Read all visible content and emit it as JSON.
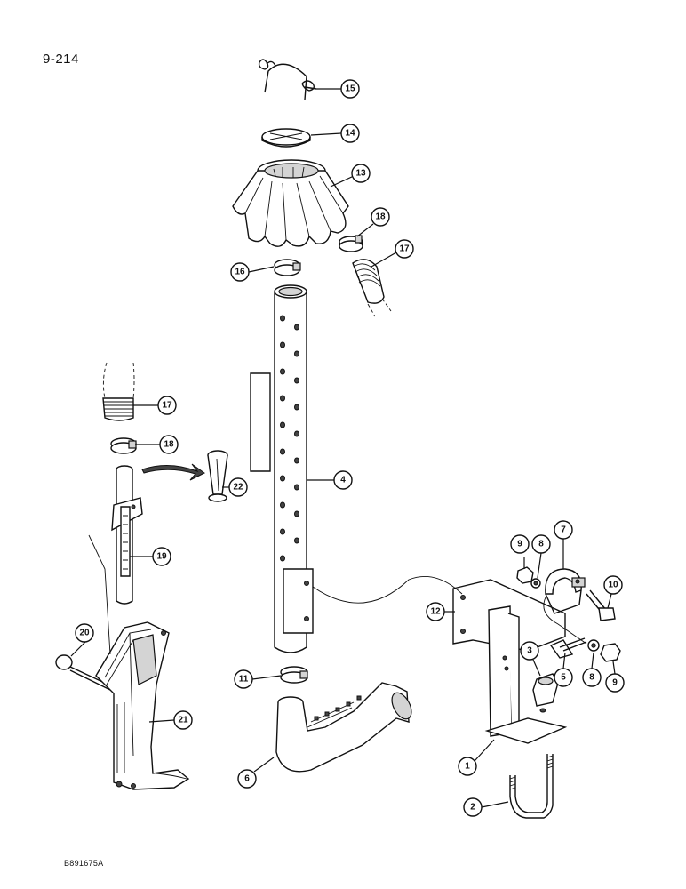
{
  "page": {
    "page_number": "9-214",
    "figure_code": "B891675A"
  },
  "callouts": [
    {
      "id": "c15",
      "label": "15"
    },
    {
      "id": "c14",
      "label": "14"
    },
    {
      "id": "c13",
      "label": "13"
    },
    {
      "id": "c18a",
      "label": "18"
    },
    {
      "id": "c17a",
      "label": "17"
    },
    {
      "id": "c16",
      "label": "16"
    },
    {
      "id": "c17b",
      "label": "17"
    },
    {
      "id": "c18b",
      "label": "18"
    },
    {
      "id": "c22",
      "label": "22"
    },
    {
      "id": "c4",
      "label": "4"
    },
    {
      "id": "c19",
      "label": "19"
    },
    {
      "id": "c9a",
      "label": "9"
    },
    {
      "id": "c8a",
      "label": "8"
    },
    {
      "id": "c7",
      "label": "7"
    },
    {
      "id": "c10",
      "label": "10"
    },
    {
      "id": "c12",
      "label": "12"
    },
    {
      "id": "c3",
      "label": "3"
    },
    {
      "id": "c5",
      "label": "5"
    },
    {
      "id": "c8b",
      "label": "8"
    },
    {
      "id": "c9b",
      "label": "9"
    },
    {
      "id": "c20",
      "label": "20"
    },
    {
      "id": "c11",
      "label": "11"
    },
    {
      "id": "c21",
      "label": "21"
    },
    {
      "id": "c6",
      "label": "6"
    },
    {
      "id": "c1",
      "label": "1"
    },
    {
      "id": "c2",
      "label": "2"
    }
  ]
}
